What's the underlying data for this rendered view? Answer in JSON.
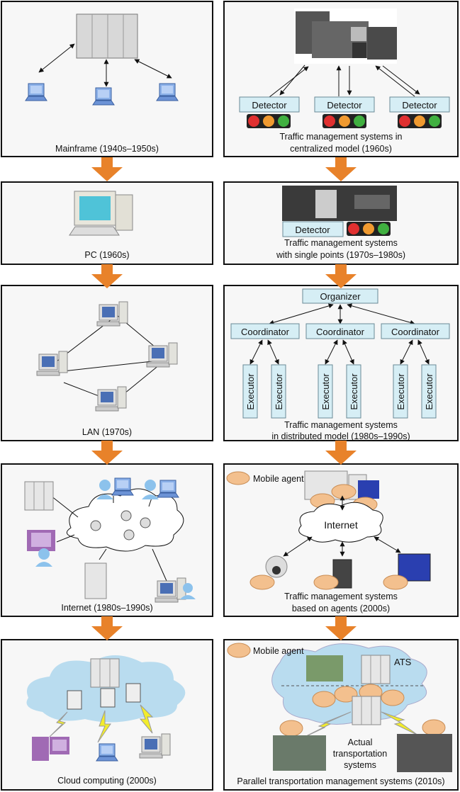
{
  "left_column": [
    {
      "caption": "Mainframe (1940s–1950s)"
    },
    {
      "caption": "PC (1960s)"
    },
    {
      "caption": "LAN (1970s)"
    },
    {
      "caption": "Internet (1980s–1990s)"
    },
    {
      "caption": "Cloud computing (2000s)"
    }
  ],
  "right_column": [
    {
      "caption_line1": "Traffic management systems in",
      "caption_line2": "centralized model (1960s)",
      "detector_label": "Detector"
    },
    {
      "caption_line1": "Traffic management systems",
      "caption_line2": "with single points (1970s–1980s)",
      "detector_label": "Detector"
    },
    {
      "caption_line1": "Traffic management systems",
      "caption_line2": "in distributed model (1980s–1990s)",
      "organizer_label": "Organizer",
      "coordinator_label": "Coordinator",
      "executor_label": "Executor"
    },
    {
      "caption_line1": "Traffic management systems",
      "caption_line2": "based on agents (2000s)",
      "legend_label": "Mobile agent",
      "cloud_label": "Internet"
    },
    {
      "caption": "Parallel transportation management systems (2010s)",
      "legend_label": "Mobile agent",
      "ats_label": "ATS",
      "actual_line1": "Actual",
      "actual_line2": "transportation",
      "actual_line3": "systems"
    }
  ],
  "colors": {
    "arrow": "#e8822a",
    "box_fill": "#d6eef5",
    "cloud_fill": "#b9dcef",
    "agent_fill": "#f3c08e",
    "light_red": "#e03030",
    "light_amber": "#f09a30",
    "light_green": "#40b040"
  }
}
